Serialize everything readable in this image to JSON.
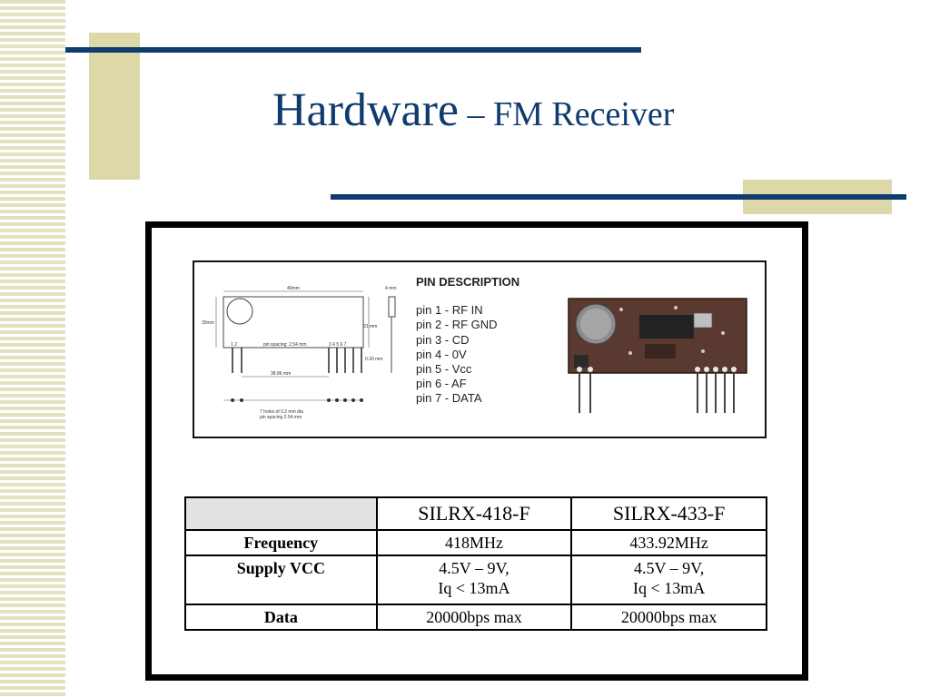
{
  "title": {
    "main": "Hardware",
    "sub": " – FM Receiver"
  },
  "pin_description": {
    "title": "PIN DESCRIPTION",
    "pins": [
      "pin 1 - RF IN",
      "pin 2 - RF GND",
      "pin 3 - CD",
      "pin 4 - 0V",
      "pin 5 - Vcc",
      "pin 6 - AF",
      "pin 7 - DATA"
    ]
  },
  "drawing_labels": {
    "width": "49mm",
    "height": "30mm",
    "height2": "31 mm",
    "depth": "4 mm",
    "pin_numbers_left": "1   2",
    "pin_spacing": "pin spacing: 2.54 mm",
    "pin_numbers_right": "3  4  5  6  7",
    "span": "38.86 mm",
    "lead": "0.30 mm",
    "note_line1": "7 holes of 0.2 mm dia",
    "note_line2": "pin spacing 2.54 mm"
  },
  "spec_table": {
    "headers": [
      "",
      "SILRX-418-F",
      "SILRX-433-F"
    ],
    "rows": [
      {
        "label": "Frequency",
        "a": "418MHz",
        "b": "433.92MHz"
      },
      {
        "label": "Supply VCC",
        "a1": "4.5V – 9V,",
        "a2": "Iq < 13mA",
        "b1": "4.5V – 9V,",
        "b2": "Iq < 13mA"
      },
      {
        "label": "Data",
        "a": "20000bps max",
        "b": "20000bps max"
      }
    ]
  },
  "colors": {
    "navy": "#0f3b6e",
    "beige": "#dcd8a8",
    "stripe": "#e4e1bf"
  }
}
